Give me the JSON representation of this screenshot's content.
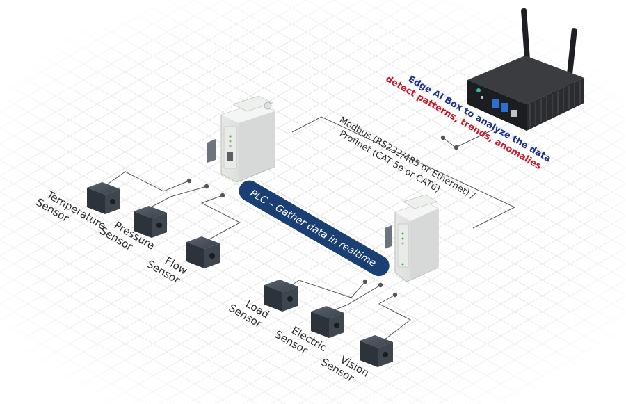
{
  "sensors": [
    {
      "line1": "Temperature",
      "line2": "Sensor"
    },
    {
      "line1": "Pressure",
      "line2": "Sensor"
    },
    {
      "line1": "Flow",
      "line2": "Sensor"
    },
    {
      "line1": "Load",
      "line2": "Sensor"
    },
    {
      "line1": "Electric",
      "line2": "Sensor"
    },
    {
      "line1": "Vision",
      "line2": "Sensor"
    }
  ],
  "protocol": {
    "line1": "Modbus (RS232/485 or Ethernet) /",
    "line2": "Profinet (CAT 5e or CAT6)"
  },
  "edge": {
    "line1": "Edge AI Box to analyze the data",
    "line2": "detect patterns, trends, anomalies"
  },
  "plc_banner": "PLC – Gather data in realtime",
  "colors": {
    "banner": "#1a3f73",
    "edge_line1": "#1f2f8a",
    "edge_line2": "#c51a2a"
  }
}
